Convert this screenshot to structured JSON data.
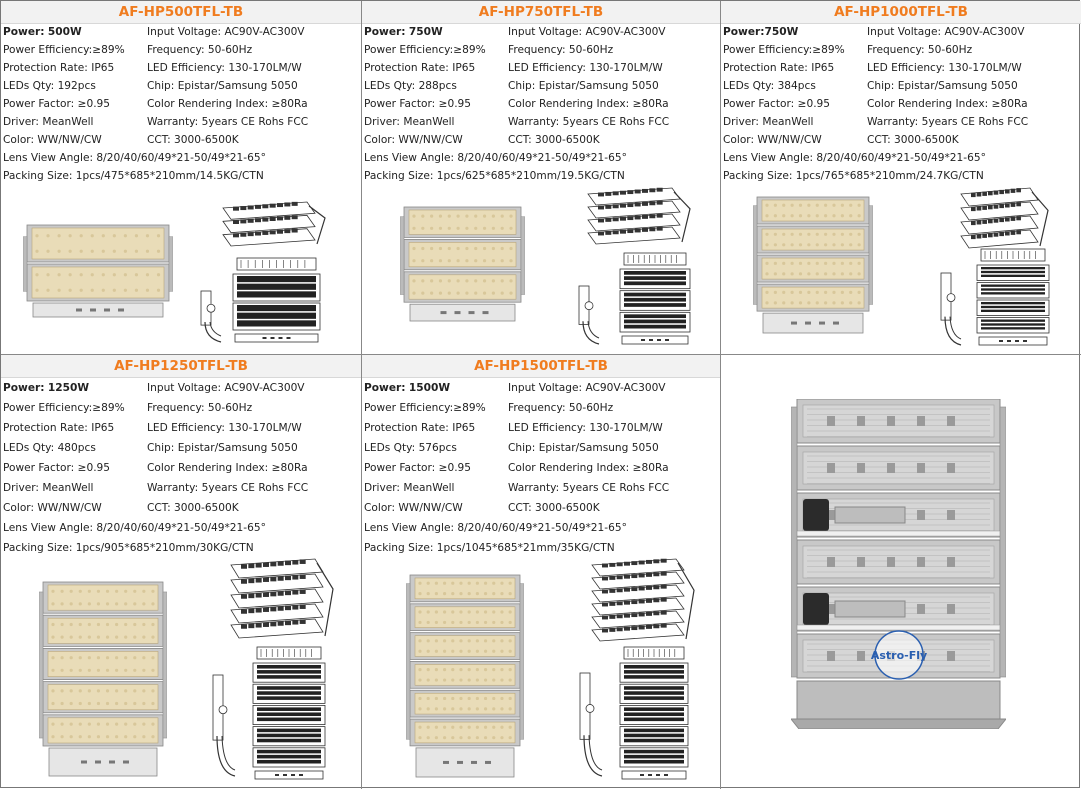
{
  "products": [
    {
      "title": "AF-HP500TFL-TB",
      "power_label": "Power:",
      "power_value": "500W",
      "input_voltage": "Input Voltage: AC90V-AC300V",
      "power_efficiency": "Power Efficiency:≥89%",
      "frequency": "Frequency: 50-60Hz",
      "protection": "Protection Rate: IP65",
      "led_efficiency": "LED Efficiency: 130-170LM/W",
      "leds_qty": "LEDs Qty: 192pcs",
      "chip": "Chip: Epistar/Samsung 5050",
      "power_factor": "Power Factor: ≥0.95",
      "cri": "Color Rendering Index: ≥80Ra",
      "driver": "Driver: MeanWell",
      "warranty": "Warranty: 5years CE Rohs FCC",
      "color": "Color: WW/NW/CW",
      "cct": "CCT: 3000-6500K",
      "lens": "Lens View Angle:  8/20/40/60/49*21-50/49*21-65°",
      "packing": "Packing Size: 1pcs/475*685*210mm/14.5KG/CTN"
    },
    {
      "title": "AF-HP750TFL-TB",
      "power_label": "Power:",
      "power_value": "750W",
      "input_voltage": "Input Voltage: AC90V-AC300V",
      "power_efficiency": "Power Efficiency:≥89%",
      "frequency": "Frequency: 50-60Hz",
      "protection": "Protection Rate: IP65",
      "led_efficiency": "LED Efficiency: 130-170LM/W",
      "leds_qty": "LEDs Qty: 288pcs",
      "chip": "Chip: Epistar/Samsung 5050",
      "power_factor": "Power Factor: ≥0.95",
      "cri": "Color Rendering Index: ≥80Ra",
      "driver": "Driver: MeanWell",
      "warranty": "Warranty: 5years CE Rohs FCC",
      "color": "Color: WW/NW/CW",
      "cct": "CCT: 3000-6500K",
      "lens": "Lens View Angle: 8/20/40/60/49*21-50/49*21-65°",
      "packing": "Packing Size: 1pcs/625*685*210mm/19.5KG/CTN"
    },
    {
      "title": "AF-HP1000TFL-TB",
      "power_label": "Power:",
      "power_value": "750W",
      "input_voltage": "Input Voltage: AC90V-AC300V",
      "power_efficiency": "Power Efficiency:≥89%",
      "frequency": "Frequency: 50-60Hz",
      "protection": "Protection Rate: IP65",
      "led_efficiency": "LED Efficiency: 130-170LM/W",
      "leds_qty": "LEDs Qty: 384pcs",
      "chip": "Chip: Epistar/Samsung 5050",
      "power_factor": "Power Factor: ≥0.95",
      "cri": "Color Rendering Index: ≥80Ra",
      "driver": "Driver: MeanWell",
      "warranty": "Warranty: 5years CE Rohs FCC",
      "color": "Color: WW/NW/CW",
      "cct": "CCT: 3000-6500K",
      "lens": "Lens View Angle:  8/20/40/60/49*21-50/49*21-65°",
      "packing": "Packing Size: 1pcs/765*685*210mm/24.7KG/CTN"
    },
    {
      "title": "AF-HP1250TFL-TB",
      "power_label": "Power:",
      "power_value": "1250W",
      "input_voltage": "Input Voltage: AC90V-AC300V",
      "power_efficiency": "Power Efficiency:≥89%",
      "frequency": "Frequency: 50-60Hz",
      "protection": "Protection Rate: IP65",
      "led_efficiency": "LED Efficiency: 130-170LM/W",
      "leds_qty": "LEDs Qty: 480pcs",
      "chip": "Chip: Epistar/Samsung 5050",
      "power_factor": "Power Factor: ≥0.95",
      "cri": "Color Rendering Index: ≥80Ra",
      "driver": "Driver: MeanWell",
      "warranty": "Warranty: 5years CE Rohs FCC",
      "color": "Color: WW/NW/CW",
      "cct": "CCT: 3000-6500K",
      "lens": "Lens View Angle: 8/20/40/60/49*21-50/49*21-65°",
      "packing": "Packing Size: 1pcs/905*685*210mm/30KG/CTN"
    },
    {
      "title": "AF-HP1500TFL-TB",
      "power_label": "Power:",
      "power_value": "1500W",
      "input_voltage": "Input Voltage: AC90V-AC300V",
      "power_efficiency": "Power Efficiency:≥89%",
      "frequency": "Frequency: 50-60Hz",
      "protection": "Protection Rate: IP65",
      "led_efficiency": "LED Efficiency: 130-170LM/W",
      "leds_qty": "LEDs Qty: 576pcs",
      "chip": "Chip: Epistar/Samsung 5050",
      "power_factor": "Power Factor: ≥0.95",
      "cri": "Color Rendering Index: ≥80Ra",
      "driver": "Driver: MeanWell",
      "warranty": "Warranty: 5years CE Rohs FCC",
      "color": "Color: WW/NW/CW",
      "cct": "CCT: 3000-6500K",
      "lens": "Lens View Angle: 8/20/40/60/49*21-50/49*21-65°",
      "packing": "Packing Size: 1pcs/1045*685*21mm/35KG/CTN"
    }
  ],
  "watermark": "Astro-Fly",
  "colors": {
    "title": "#f07c1f",
    "title_bg": "#f2f2f2",
    "led": "#e9dcb8",
    "housing": "#bdbdbd"
  },
  "icons": [
    "front-light-icon",
    "side-view-drawing-icon",
    "back-view-drawing-icon",
    "angled-view-drawing-icon"
  ]
}
